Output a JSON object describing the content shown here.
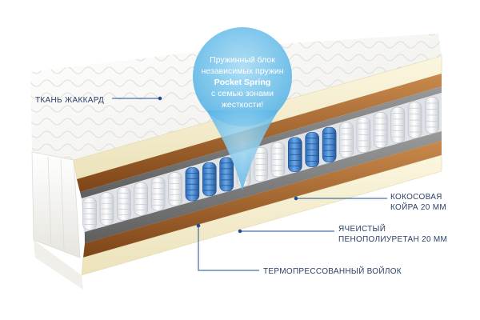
{
  "bubble": {
    "lines": [
      "Пружинный блок",
      "независимых пружин",
      "Pocket Spring",
      "с семью зонами",
      "жесткости!"
    ]
  },
  "labels": {
    "jacquard": "ТКАНЬ ЖАККАРД",
    "coir_line1": "КОКОСОВАЯ",
    "coir_line2": "КОЙРА 20 ММ",
    "foam_line1": "ЯЧЕИСТЫЙ",
    "foam_line2": "ПЕНОПОЛИУРЕТАН 20 ММ",
    "felt": "ТЕРМОПРЕССОВАННЫЙ ВОЙЛОК"
  },
  "colors": {
    "label_text": "#2a3f66",
    "leader_line": "#1f4f8f",
    "bubble": "#6fc3ec",
    "coir": "#a8652c",
    "spring_white": "#f4f6f8",
    "spring_blue": "#3d86d4",
    "fabric": "#f7f7f5"
  },
  "spring_zones": [
    "white",
    "white",
    "blue",
    "white",
    "blue",
    "white",
    "white"
  ]
}
